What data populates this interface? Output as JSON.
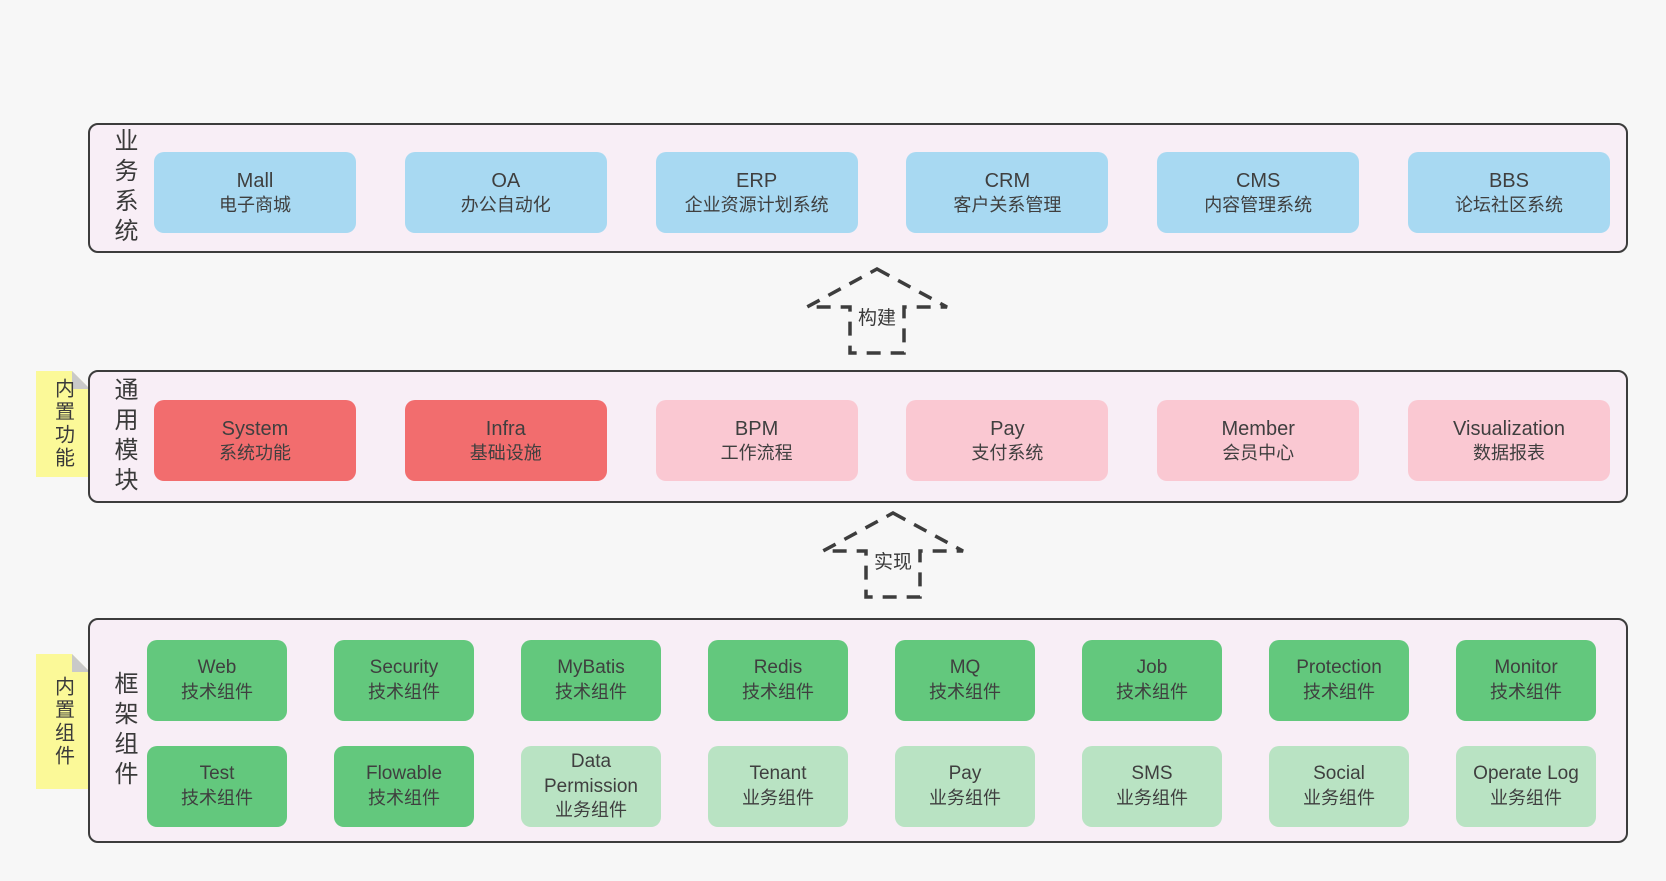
{
  "colors": {
    "page_bg": "#f7f7f7",
    "layer_bg": "#f8eef6",
    "layer_border": "#3c3c3c",
    "blue": "#a8d9f2",
    "red": "#f26d6e",
    "pink": "#fac8d2",
    "green": "#63c87d",
    "lightgreen": "#b9e3c3",
    "sticky": "#fbf998",
    "fold": "#c9c9c9",
    "text": "#3f3f3f"
  },
  "arrows": [
    {
      "label": "构建"
    },
    {
      "label": "实现"
    }
  ],
  "layers": {
    "business": {
      "label": "业务系统",
      "boxes": [
        {
          "name": "Mall",
          "desc": "电子商城",
          "variant": "blue"
        },
        {
          "name": "OA",
          "desc": "办公自动化",
          "variant": "blue"
        },
        {
          "name": "ERP",
          "desc": "企业资源计划系统",
          "variant": "blue"
        },
        {
          "name": "CRM",
          "desc": "客户关系管理",
          "variant": "blue"
        },
        {
          "name": "CMS",
          "desc": "内容管理系统",
          "variant": "blue"
        },
        {
          "name": "BBS",
          "desc": "论坛社区系统",
          "variant": "blue"
        }
      ]
    },
    "modules": {
      "label": "通用模块",
      "sticky": "内置功能",
      "boxes": [
        {
          "name": "System",
          "desc": "系统功能",
          "variant": "red"
        },
        {
          "name": "Infra",
          "desc": "基础设施",
          "variant": "red"
        },
        {
          "name": "BPM",
          "desc": "工作流程",
          "variant": "pink"
        },
        {
          "name": "Pay",
          "desc": "支付系统",
          "variant": "pink"
        },
        {
          "name": "Member",
          "desc": "会员中心",
          "variant": "pink"
        },
        {
          "name": "Visualization",
          "desc": "数据报表",
          "variant": "pink"
        }
      ]
    },
    "framework": {
      "label": "框架组件",
      "sticky": "内置组件",
      "row1": [
        {
          "name": "Web",
          "desc": "技术组件",
          "variant": "green"
        },
        {
          "name": "Security",
          "desc": "技术组件",
          "variant": "green"
        },
        {
          "name": "MyBatis",
          "desc": "技术组件",
          "variant": "green"
        },
        {
          "name": "Redis",
          "desc": "技术组件",
          "variant": "green"
        },
        {
          "name": "MQ",
          "desc": "技术组件",
          "variant": "green"
        },
        {
          "name": "Job",
          "desc": "技术组件",
          "variant": "green"
        },
        {
          "name": "Protection",
          "desc": "技术组件",
          "variant": "green"
        },
        {
          "name": "Monitor",
          "desc": "技术组件",
          "variant": "green"
        }
      ],
      "row2": [
        {
          "name": "Test",
          "desc": "技术组件",
          "variant": "green"
        },
        {
          "name": "Flowable",
          "desc": "技术组件",
          "variant": "green"
        },
        {
          "name": "Data Permission",
          "desc": "业务组件",
          "variant": "lightgreen"
        },
        {
          "name": "Tenant",
          "desc": "业务组件",
          "variant": "lightgreen"
        },
        {
          "name": "Pay",
          "desc": "业务组件",
          "variant": "lightgreen"
        },
        {
          "name": "SMS",
          "desc": "业务组件",
          "variant": "lightgreen"
        },
        {
          "name": "Social",
          "desc": "业务组件",
          "variant": "lightgreen"
        },
        {
          "name": "Operate Log",
          "desc": "业务组件",
          "variant": "lightgreen"
        }
      ]
    }
  }
}
